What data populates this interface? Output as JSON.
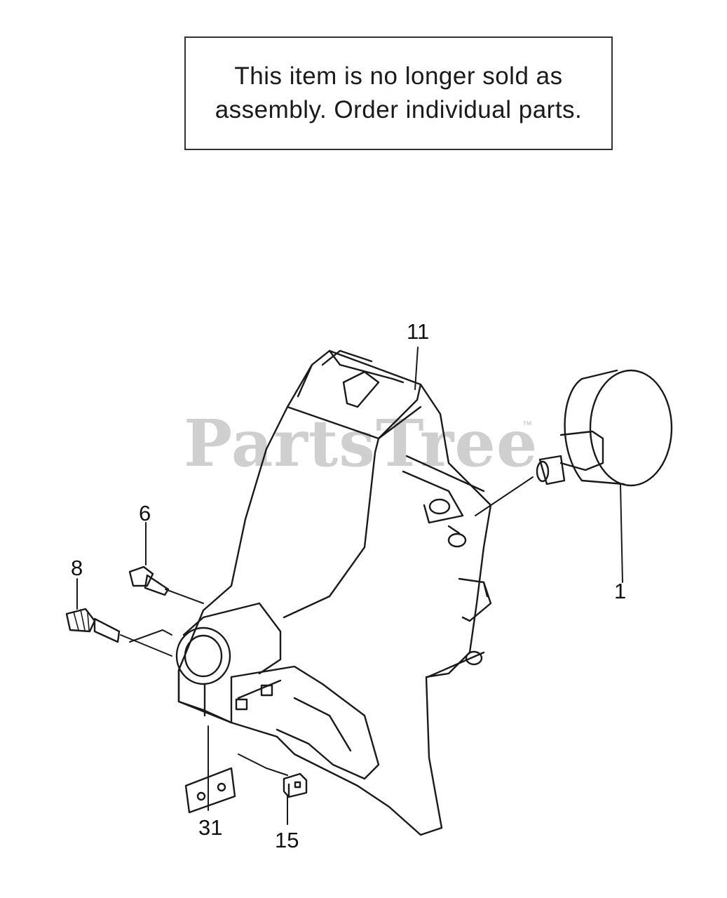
{
  "notice": {
    "text": "This item is no longer sold as assembly. Order individual parts."
  },
  "watermark": {
    "brand": "PartsTree",
    "trademark": "™"
  },
  "callouts": {
    "part_11": "11",
    "part_1": "1",
    "part_6": "6",
    "part_8": "8",
    "part_31": "31",
    "part_15": "15"
  }
}
